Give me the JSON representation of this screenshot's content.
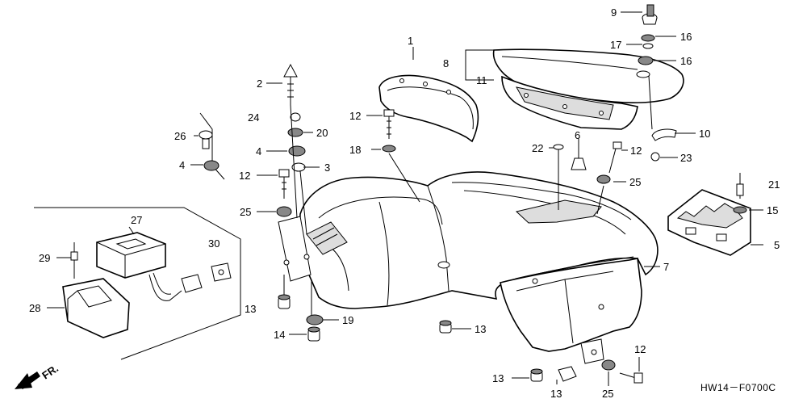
{
  "diagram": {
    "code": "HW14－F0700C",
    "direction": "FR.",
    "callouts": {
      "c1": "1",
      "c2": "2",
      "c3": "3",
      "c4a": "4",
      "c4b": "4",
      "c5": "5",
      "c6": "6",
      "c7": "7",
      "c8": "8",
      "c9": "9",
      "c10": "10",
      "c11": "11",
      "c12a": "12",
      "c12b": "12",
      "c12c": "12",
      "c12d": "12",
      "c13a": "13",
      "c13b": "13",
      "c13c": "13",
      "c13d": "13",
      "c14": "14",
      "c15": "15",
      "c16a": "16",
      "c16b": "16",
      "c17": "17",
      "c18": "18",
      "c19": "19",
      "c20": "20",
      "c21": "21",
      "c22": "22",
      "c23": "23",
      "c24": "24",
      "c25a": "25",
      "c25b": "25",
      "c25c": "25",
      "c26": "26",
      "c27": "27",
      "c28": "28",
      "c29": "29",
      "c30": "30"
    }
  }
}
